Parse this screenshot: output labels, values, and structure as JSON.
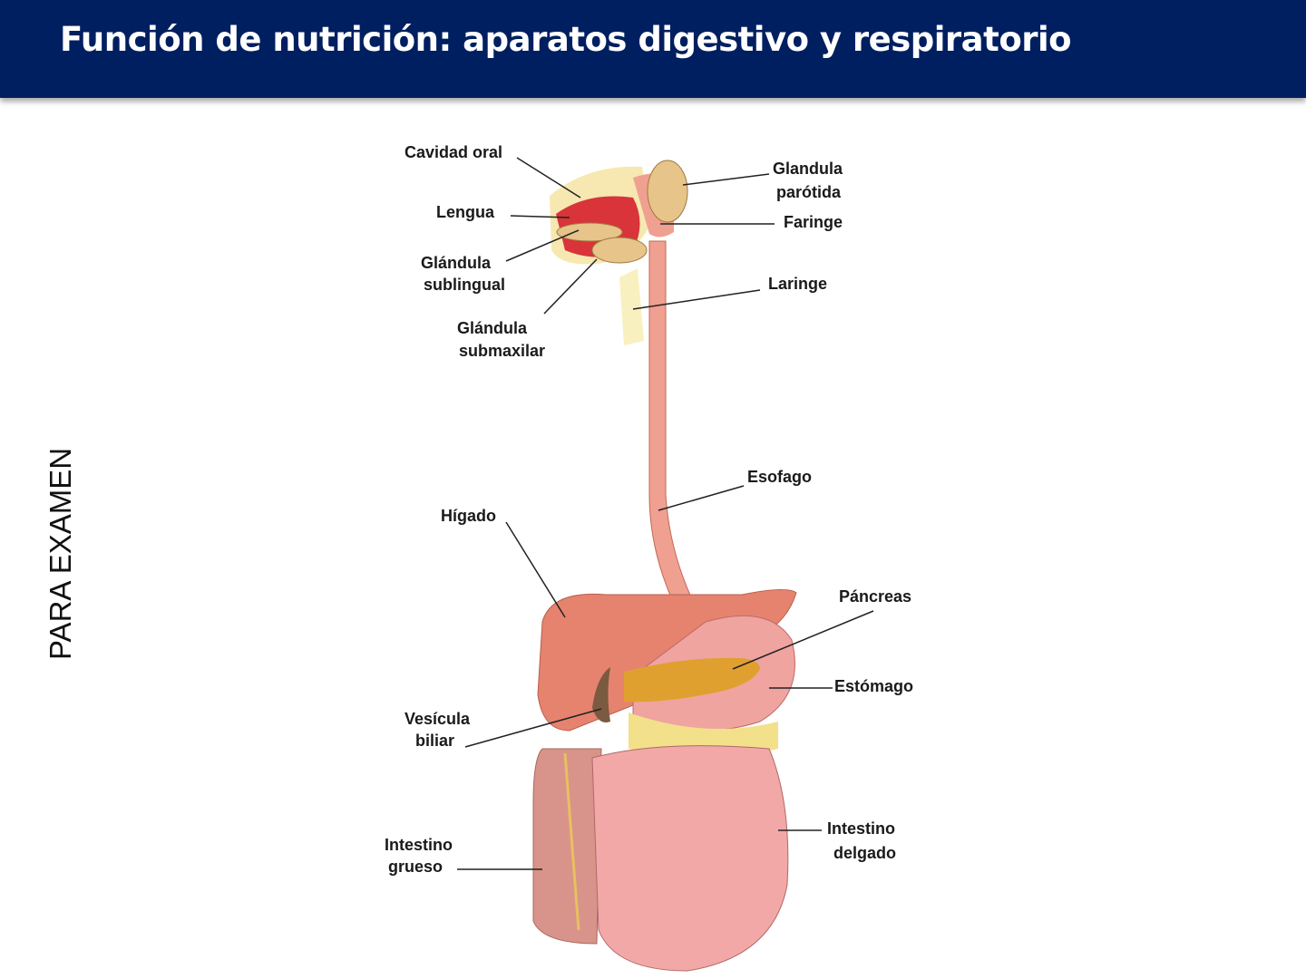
{
  "header": {
    "title": "Función de nutrición: aparatos digestivo y respiratorio",
    "background_color": "#001f60"
  },
  "side_label": "PARA EXAMEN",
  "diagram": {
    "subject": "digestive-system",
    "labels": {
      "cavidad_oral": "Cavidad oral",
      "lengua": "Lengua",
      "glandula_sublingual_1": "Glándula",
      "glandula_sublingual_2": "sublingual",
      "glandula_submaxilar_1": "Glándula",
      "glandula_submaxilar_2": "submaxilar",
      "glandula_parotida_1": "Glandula",
      "glandula_parotida_2": "parótida",
      "faringe": "Faringe",
      "laringe": "Laringe",
      "esofago": "Esofago",
      "higado": "Hígado",
      "pancreas": "Páncreas",
      "estomago": "Estómago",
      "vesicula_1": "Vesícula",
      "vesicula_2": "biliar",
      "intestino_delgado_1": "Intestino",
      "intestino_delgado_2": "delgado",
      "intestino_grueso_1": "Intestino",
      "intestino_grueso_2": "grueso"
    },
    "colors": {
      "organ_pink": "#f0a090",
      "liver": "#e5836f",
      "pancreas": "#e0a030",
      "gland": "#e6c48a",
      "fat": "#f3e08a",
      "tongue": "#d8343a"
    }
  }
}
